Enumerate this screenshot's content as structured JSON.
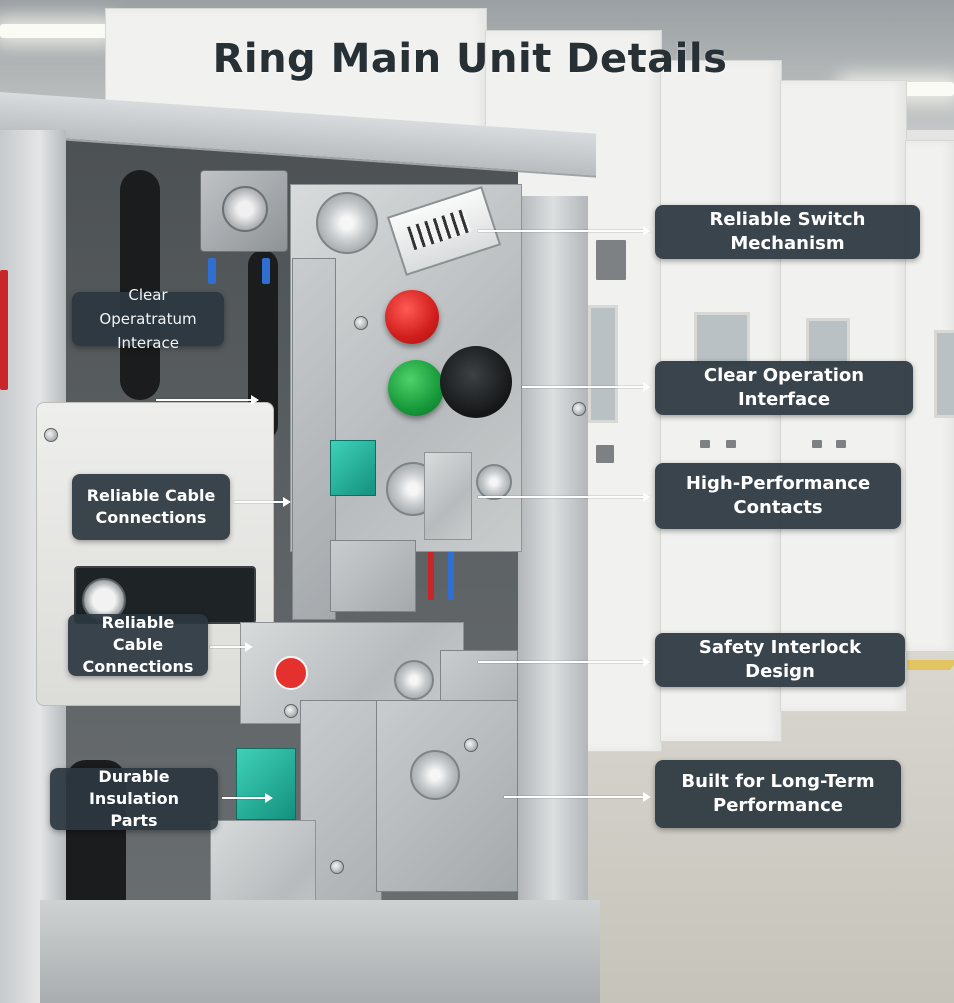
{
  "title": "Ring Main Unit Details",
  "callouts": {
    "reliable_switch_mechanism": "Reliable Switch Mechanism",
    "clear_operation_interface": "Clear Operation Interface",
    "high_performance_contacts": "High-Performance\nContacts",
    "safety_interlock_design": "Safety Interlock Design",
    "built_for_long_term_performance": "Built for Long-Term\nPerformance",
    "clear_operation_interface_left": "Clear Operatratum\nInterace",
    "reliable_cable_connections_upper": "Reliable Cable\nConnections",
    "reliable_cable_connections_lower": "Reliable Cable\nConnections",
    "durable_insulation_parts": "Durable Insulation\nParts"
  },
  "colors": {
    "callout_bg": "#2c373f",
    "callout_text": "#ffffff",
    "title_text": "#263035",
    "knob_red": "#d11e1c",
    "knob_green": "#169a3a"
  }
}
